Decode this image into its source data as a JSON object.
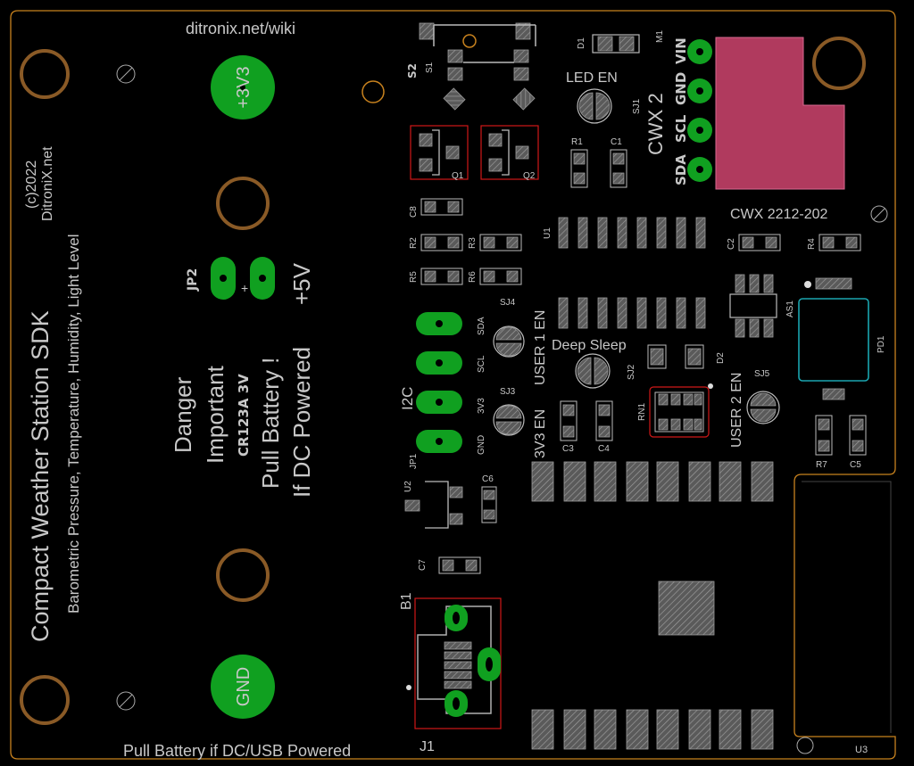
{
  "board": {
    "url": "ditronix.net/wiki",
    "title": "Compact Weather Station SDK",
    "subtitle": "Barometric Pressure, Temperature, Humidity, Light Level",
    "copyright": "(c)2022",
    "brand": "DitroniX.net",
    "footer": "Pull Battery if DC/USB Powered",
    "board_outline_color": "#c8821e",
    "module_color": "#b03a5e",
    "pad_color": "#10a020",
    "accent_cyan": "#1aa6b0"
  },
  "pads": {
    "v33": "+3V3",
    "gnd": "GND"
  },
  "warning": {
    "danger": "Danger",
    "important": "Important",
    "battery": "CR123A 3V",
    "pull": "Pull Battery !",
    "if_dc": "If DC Powered",
    "plus5v": "+5V",
    "jp2": "JP2",
    "plus_sign": "+"
  },
  "i2c": {
    "label": "I2C",
    "pins": [
      "SDA",
      "SCL",
      "3V3",
      "GND"
    ],
    "jp1": "JP1"
  },
  "cwx": {
    "header": "CWX 2",
    "pins": [
      "VIN",
      "GND",
      "SCL",
      "SDA"
    ],
    "m1": "M1",
    "model": "CWX 2212-202"
  },
  "labels": {
    "s2": "S2",
    "s1": "S1",
    "d1": "D1",
    "led_en": "LED EN",
    "sj1": "SJ1",
    "r1": "R1",
    "c1": "C1",
    "q1": "Q1",
    "q2": "Q2",
    "c8": "C8",
    "r2": "R2",
    "r3": "R3",
    "r5": "R5",
    "r6": "R6",
    "u1": "U1",
    "c2": "C2",
    "r4": "R4",
    "sj4": "SJ4",
    "sj3": "SJ3",
    "sj2": "SJ2",
    "sj5": "SJ5",
    "user1": "USER 1 EN",
    "v33en": "3V3 EN",
    "deep_sleep": "Deep Sleep",
    "d2": "D2",
    "as1": "AS1",
    "pd1": "PD1",
    "user2": "USER 2 EN",
    "rn1": "RN1",
    "c3": "C3",
    "c4": "C4",
    "r7": "R7",
    "c5": "C5",
    "u2": "U2",
    "c6": "C6",
    "c7": "C7",
    "b1": "B1",
    "j1": "J1",
    "u3": "U3"
  }
}
